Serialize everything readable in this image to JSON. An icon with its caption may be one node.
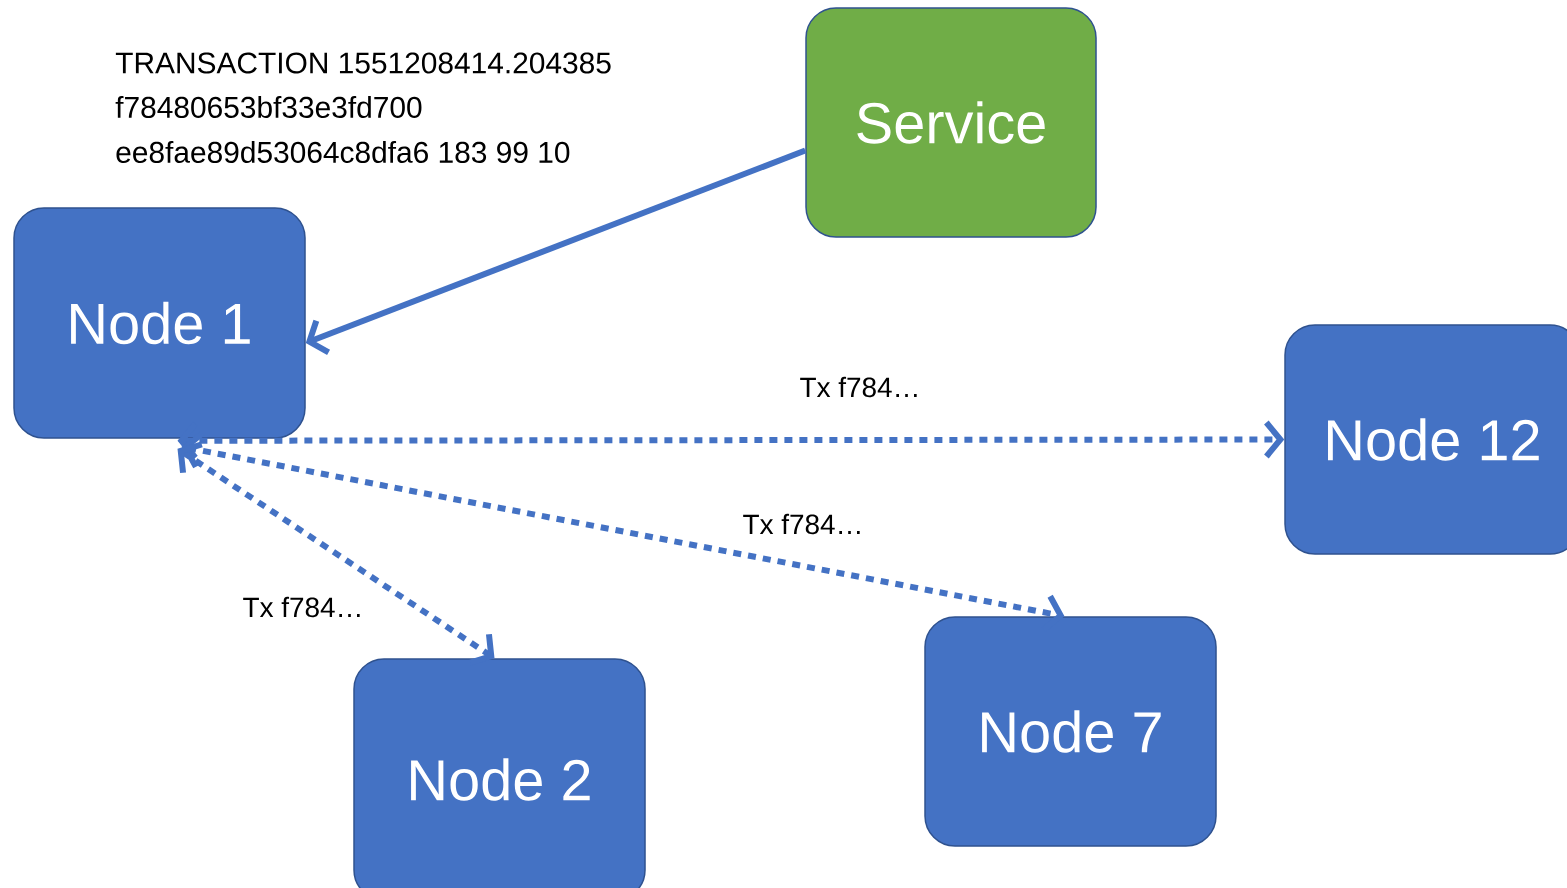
{
  "diagram": {
    "nodes": [
      {
        "text": [
          "Service"
        ]
      },
      {
        "text": [
          "Node 1"
        ]
      },
      {
        "text": [
          "Node 12"
        ]
      },
      {
        "text": [
          "Node 7"
        ]
      },
      {
        "text": [
          "Node 2"
        ]
      }
    ],
    "edges": [
      {
        "from": 0,
        "to": 1,
        "arrow": "to"
      },
      {
        "from": 1,
        "to": 2,
        "arrow": "both",
        "label": "Tx f784…",
        "style": "dashed"
      },
      {
        "from": 1,
        "to": 3,
        "arrow": "both",
        "label": "Tx f784…",
        "style": "dashed"
      },
      {
        "from": 1,
        "to": 4,
        "arrow": "both",
        "label": "Tx f784…",
        "style": "dashed"
      }
    ],
    "labels": [
      "TRANSACTION 1551208414.204385",
      "f78480653bf33e3fd700",
      "ee8fae89d53064c8dfa6 183 99 10"
    ]
  }
}
